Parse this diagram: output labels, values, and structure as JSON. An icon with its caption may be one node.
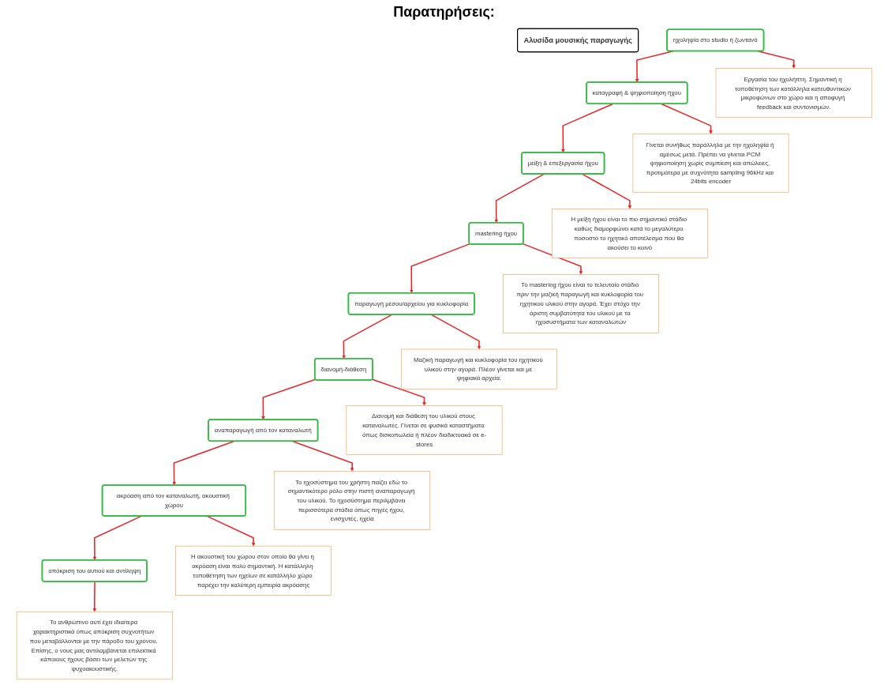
{
  "diagram": {
    "nodes": [
      {
        "text": [
          "Αλυσίδα μουσικής παραγωγής"
        ]
      },
      {
        "text": [
          "ηχοληψία στο studio ή ζωντανά"
        ]
      },
      {
        "text": [
          "καταγραφή & ψηφιοποίηση ήχου"
        ]
      },
      {
        "text": [
          "μείξη & επεξεργασία ήχου"
        ]
      },
      {
        "text": [
          "mastering ήχου"
        ]
      },
      {
        "text": [
          "παραγωγή μέσου/αρχείου για κυκλοφορία"
        ]
      },
      {
        "text": [
          "διανομή-διάθεση"
        ]
      },
      {
        "text": [
          "αναπαραγωγή από τον καταναλωτή"
        ]
      },
      {
        "text": [
          "ακρόαση από τον καταναλωτή, ακουστική χώρου"
        ]
      },
      {
        "text": [
          "απόκριση του αυτιού και αντίληψη"
        ]
      },
      {
        "text": [
          "Εργασία του ηχολήπτη. Σημαντική η τοποθέτηση των κατάλληλα κατευθυντικών μικροφώνων στο χώρο και η αποφυγή feedback και συντονισμών."
        ]
      },
      {
        "text": [
          "Γίνεται συνήθως παράλληλα με την ηχοληψία ή αμέσως μετά. Πρέπει να γίνεται PCM ψηφιοποίηση χωρίς συμπίεση και απώλειες, προτιμότερα με συχνότητα sampling 96kHz και 24bits encoder"
        ]
      },
      {
        "text": [
          "Η μείξη ήχου είναι το πιο σημαντικό στάδιο καθώς διαμορφώνει κατά το μεγαλύτερο ποσοστό το ηχητικό αποτέλεσμα που θα ακούσει το κοινό"
        ]
      },
      {
        "text": [
          "Το mastering ήχου είναι το τελευταίο στάδιο πριν την μαζική παραγωγή και κυκλοφορία του ηχητικού υλικού στην αγορά. Έχει στόχο την άριστη συμβατότητα του υλικού με τα ηχοσυστήματα των καταναλωτών"
        ]
      },
      {
        "text": [
          "Μαζική παραγωγή και κυκλοφορία του ηχητικού υλικού στην αγορά. Πλέον γίνεται και με ψηφιακά αρχεία."
        ]
      },
      {
        "text": [
          "Διανομή και διάθεση του υλικού στους καταναλωτές. Γίνεται σε φυσικά καταστήματα όπως δισκοπωλεία ή πλέον διαδικτυακά σε e-stores"
        ]
      },
      {
        "text": [
          "Το ηχοσύστημα του χρήστη παίζει εδώ το σημαντικότερο ρόλο στην πιστή αναπαραγωγή του υλικού. Το ηχοσύστημα περιλμβάνει περισσότερα στάδια όπως πηγές ήχου, ενισχυτές, ηχεία"
        ]
      },
      {
        "text": [
          "Η ακουστική του χώρου στον οποίο θα γίνει η ακρόαση είναι πολύ σημαντική. Η κατάλληλη τοποθέτηση των ηχείων σε κατάλληλο χώρο παρέχει την καλύτερη εμπειρία ακρόασης"
        ]
      },
      {
        "text": [
          "Το ανθρώπινο αυτί έχει ιδιαίτερα χαρακτηριστικά όπως απόκριση συχνοτήτων που μεταβάλλονται με την πάροδο του χρόνου. Επίσης, ο νους μας αντιλαμβάνεται επιλεκτικά κάποιους ήχους βάσει των μελετών της ψυχοακουστικής."
        ]
      }
    ],
    "edges": [
      {
        "from": 1,
        "to": 10,
        "arrow": "to"
      },
      {
        "from": 1,
        "to": 2,
        "arrow": "to"
      },
      {
        "from": 2,
        "to": 11,
        "arrow": "to"
      },
      {
        "from": 2,
        "to": 3,
        "arrow": "to"
      },
      {
        "from": 3,
        "to": 12,
        "arrow": "to"
      },
      {
        "from": 3,
        "to": 4,
        "arrow": "to"
      },
      {
        "from": 4,
        "to": 13,
        "arrow": "to"
      },
      {
        "from": 4,
        "to": 5,
        "arrow": "to"
      },
      {
        "from": 5,
        "to": 14,
        "arrow": "to"
      },
      {
        "from": 5,
        "to": 6,
        "arrow": "to"
      },
      {
        "from": 6,
        "to": 15,
        "arrow": "to"
      },
      {
        "from": 6,
        "to": 7,
        "arrow": "to"
      },
      {
        "from": 7,
        "to": 16,
        "arrow": "to"
      },
      {
        "from": 7,
        "to": 8,
        "arrow": "to"
      },
      {
        "from": 8,
        "to": 17,
        "arrow": "to"
      },
      {
        "from": 8,
        "to": 9,
        "arrow": "to"
      },
      {
        "from": 9,
        "to": 18,
        "arrow": "to"
      }
    ],
    "labels": [
      "Παρατηρήσεις:"
    ]
  }
}
